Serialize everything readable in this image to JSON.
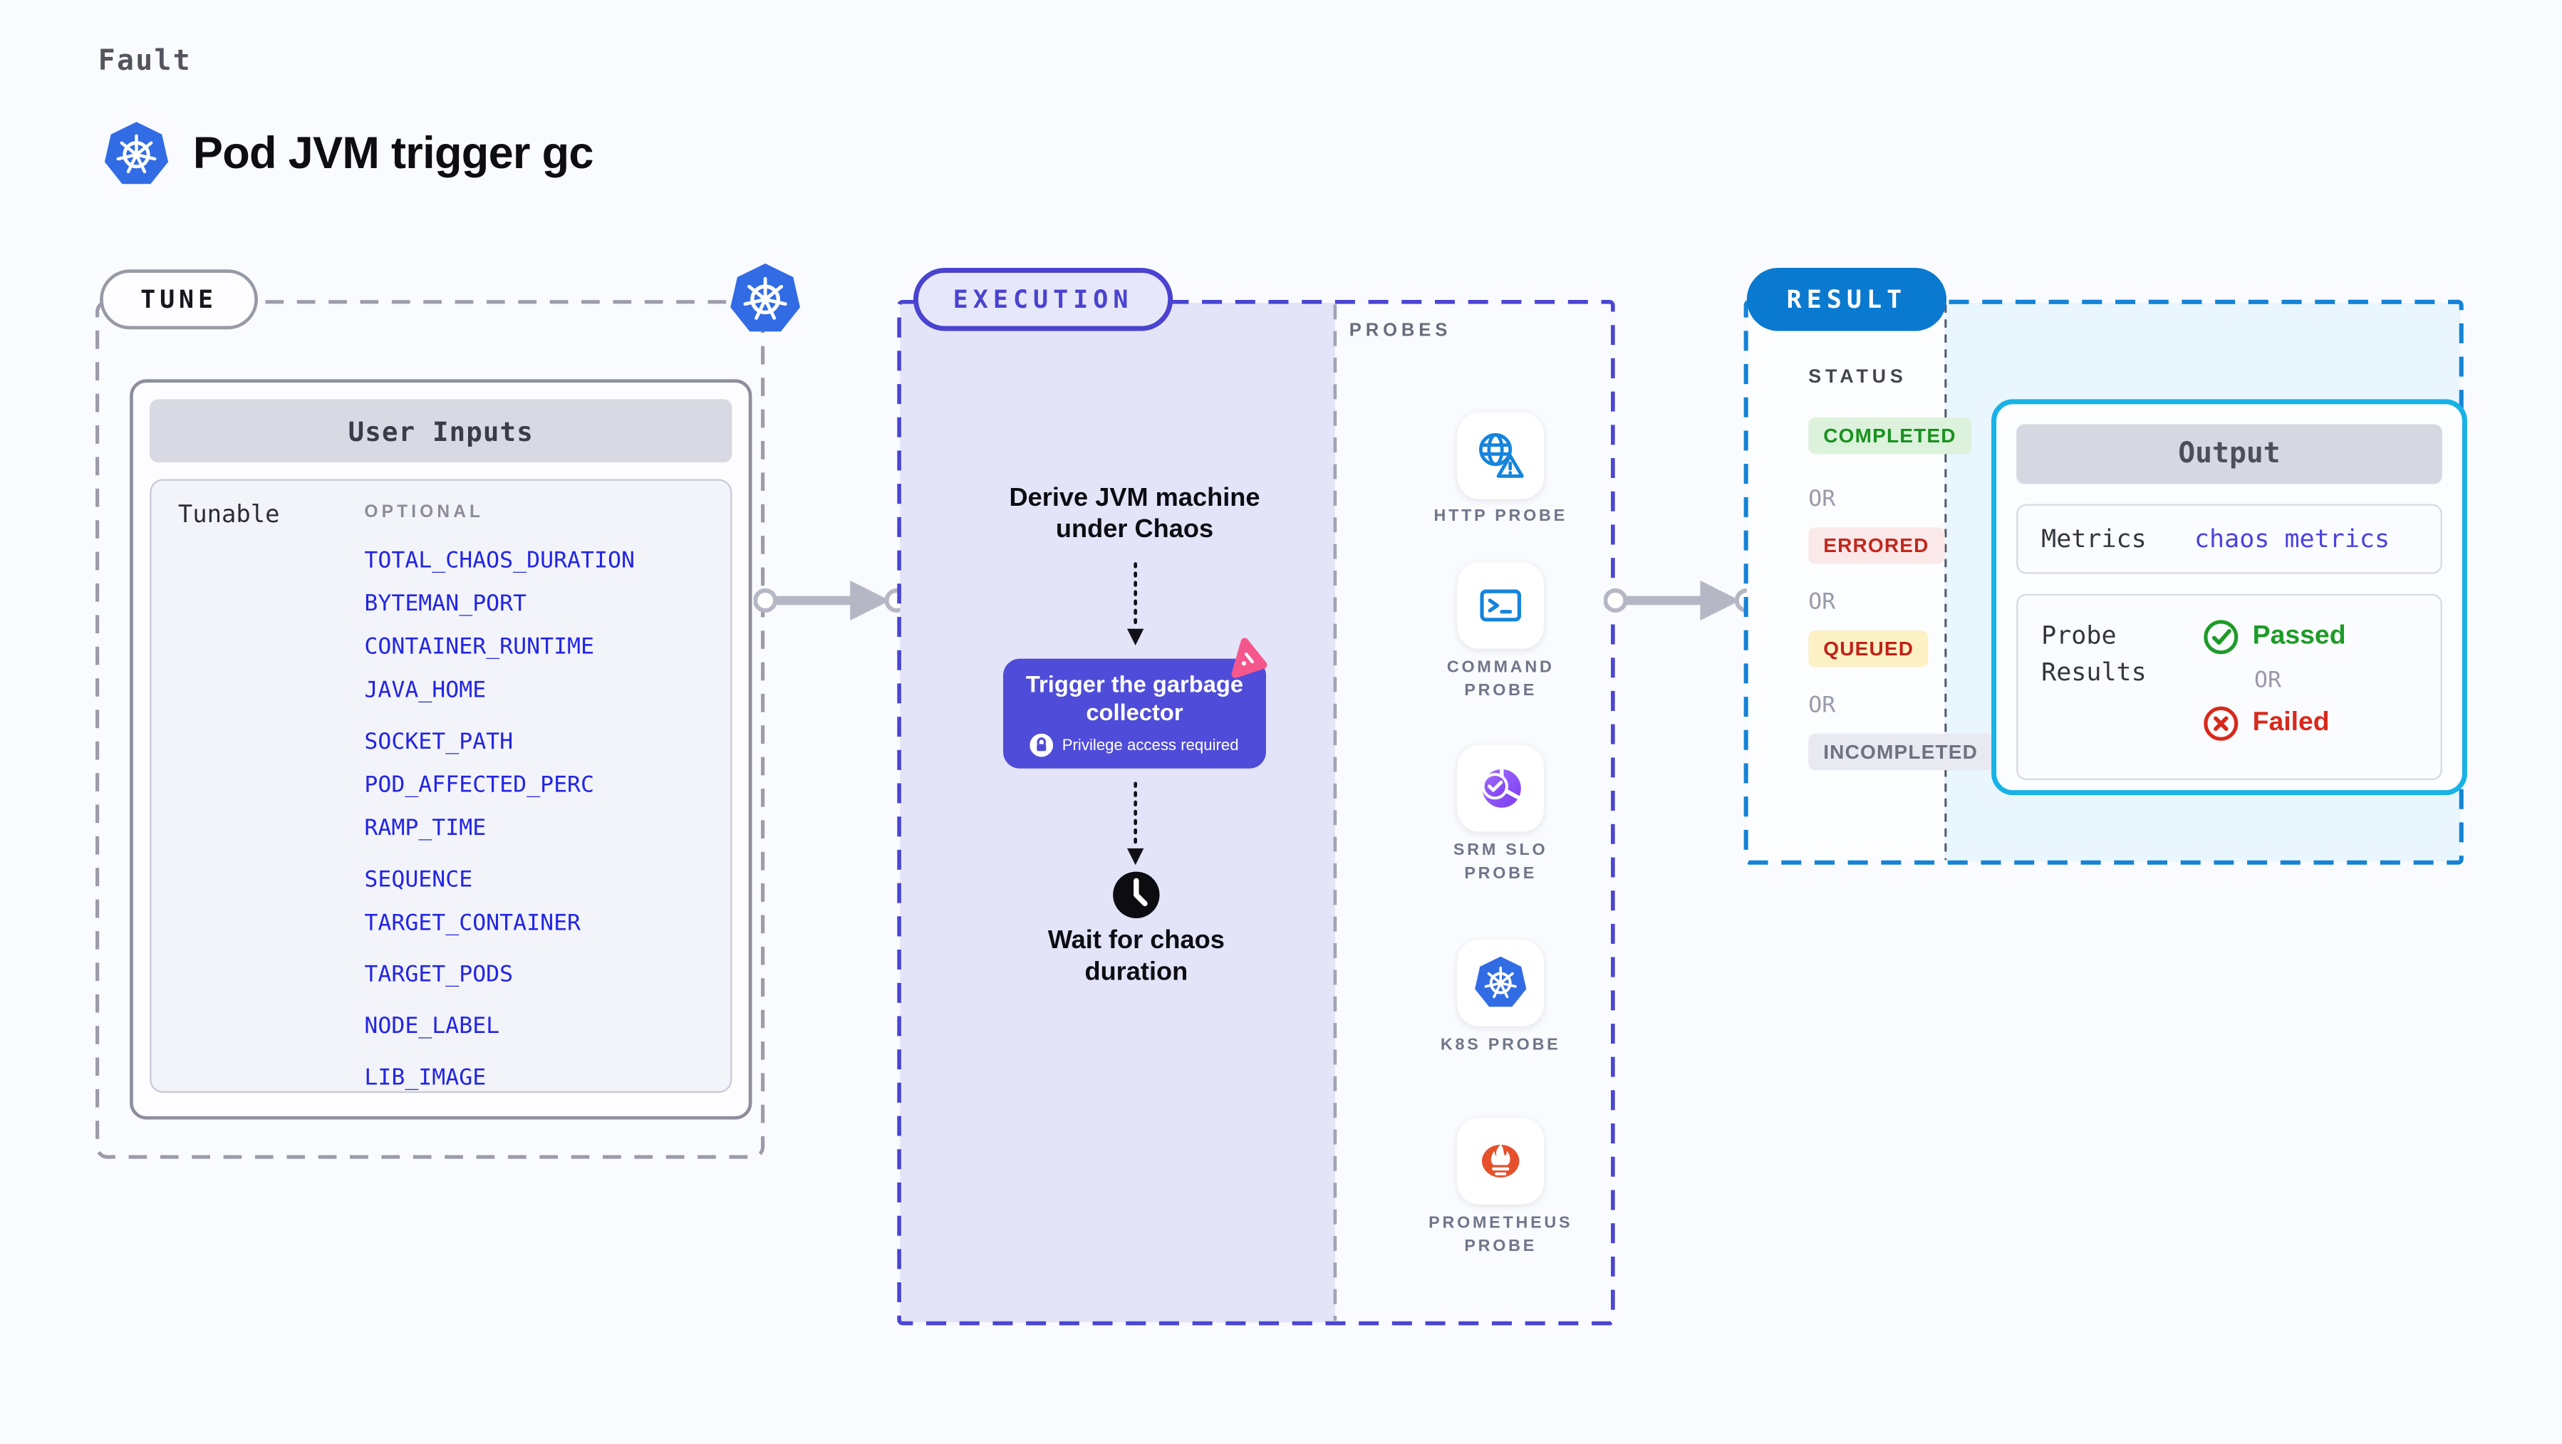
{
  "header": {
    "kicker": "Fault",
    "title": "Pod JVM trigger gc",
    "title_icon": "kubernetes-icon"
  },
  "tune": {
    "pill": "TUNE",
    "corner_icon": "kubernetes-icon",
    "card": {
      "title": "User Inputs",
      "row_label": "Tunable",
      "column_header": "OPTIONAL",
      "inputs": [
        "TOTAL_CHAOS_DURATION",
        "BYTEMAN_PORT",
        "CONTAINER_RUNTIME",
        "JAVA_HOME",
        "SOCKET_PATH",
        "POD_AFFECTED_PERC",
        "RAMP_TIME",
        "SEQUENCE",
        "TARGET_CONTAINER",
        "TARGET_PODS",
        "NODE_LABEL",
        "LIB_IMAGE"
      ]
    }
  },
  "execution": {
    "pill": "EXECUTION",
    "steps": {
      "derive": "Derive JVM machine under Chaos",
      "action": "Trigger the garbage collector",
      "action_note": "Privilege access required",
      "wait": "Wait for chaos duration"
    }
  },
  "probes": {
    "section_label": "PROBES",
    "items": [
      {
        "label": "HTTP PROBE",
        "icon": "globe-alert-icon"
      },
      {
        "label": "COMMAND PROBE",
        "icon": "terminal-icon"
      },
      {
        "label": "SRM SLO PROBE",
        "icon": "gauge-check-icon"
      },
      {
        "label": "K8S PROBE",
        "icon": "kubernetes-icon"
      },
      {
        "label": "PROMETHEUS PROBE",
        "icon": "prometheus-icon"
      }
    ]
  },
  "result": {
    "pill": "RESULT",
    "status_header": "STATUS",
    "or_separator": "OR",
    "statuses": [
      {
        "label": "COMPLETED",
        "fg": "#18911f",
        "bg": "#ddf2dc"
      },
      {
        "label": "ERRORED",
        "fg": "#c1281e",
        "bg": "#fbe9e9"
      },
      {
        "label": "QUEUED",
        "fg": "#c02218",
        "bg": "#fcf0c5"
      },
      {
        "label": "INCOMPLETED",
        "fg": "#6e7280",
        "bg": "#e9e9f1"
      }
    ],
    "output": {
      "title": "Output",
      "metrics_label": "Metrics",
      "metrics_value": "chaos metrics",
      "probe_results_label": "Probe Results",
      "passed": "Passed",
      "or": "OR",
      "failed": "Failed"
    }
  },
  "colors": {
    "kubernetes_blue": "#326ce5",
    "execution_indigo": "#4a46d2",
    "execution_fill": "#e4e4f9",
    "action_button": "#4f4cd9",
    "result_pill_blue": "#0a79d0",
    "result_border_blue": "#1583d6",
    "result_fill_cyan": "#e9f6fd",
    "output_border_cyan": "#17b2e6",
    "probe_icon_blue": "#1584dc",
    "prometheus_orange": "#e6512c",
    "slo_purple": "#8b5cf6",
    "passed_green": "#1d9b27",
    "failed_red": "#d8291c",
    "tunable_link_blue": "#2325e4",
    "pink_badge": "#f5578c",
    "connector_gray": "#b6b7c5"
  }
}
